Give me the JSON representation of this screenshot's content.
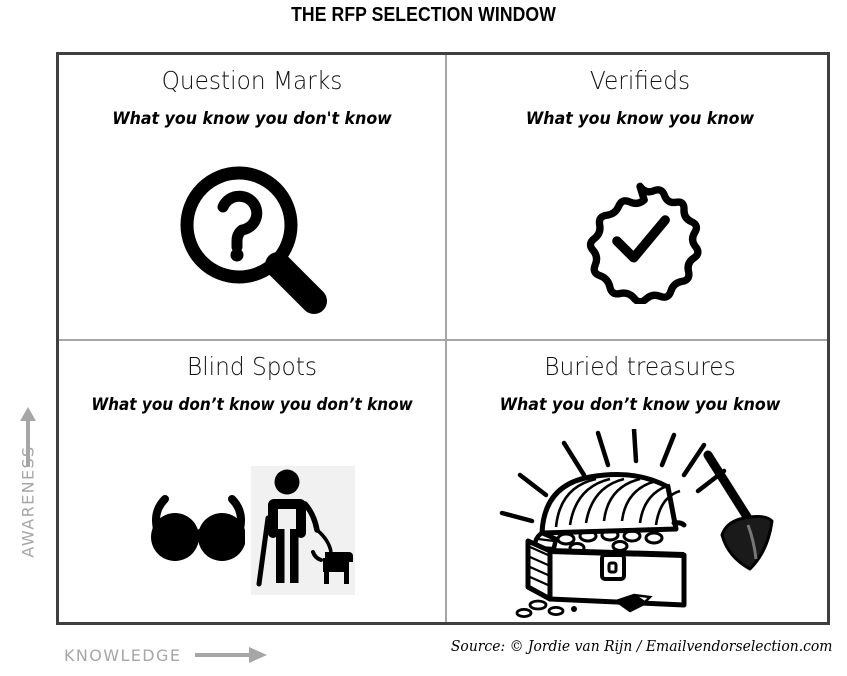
{
  "title": "THE RFP SELECTION WINDOW",
  "quadrants": [
    {
      "id": "question-marks",
      "heading": "Question Marks",
      "subtitle": "What you know you don't know",
      "icon": "magnifier-question-icon"
    },
    {
      "id": "verifieds",
      "heading": "Verifieds",
      "subtitle": "What you know you know",
      "icon": "verified-badge-check-icon"
    },
    {
      "id": "blind-spots",
      "heading": "Blind Spots",
      "subtitle": "What you don’t know you don’t know",
      "icon": "sunglasses-icon",
      "icon2": "blind-person-guide-dog-icon"
    },
    {
      "id": "buried-treasures",
      "heading": "Buried treasures",
      "subtitle": "What you don’t know you know",
      "icon": "treasure-chest-icon",
      "icon2": "shovel-icon"
    }
  ],
  "axes": {
    "y_label": "AWARENESS",
    "x_label": "KNOWLEDGE",
    "y_arrow": "arrow-up-icon",
    "x_arrow": "arrow-right-icon"
  },
  "source": "Source: © Jordie van Rijn / Emailvendorselection.com",
  "colors": {
    "outer_border": "#3f3f3f",
    "inner_divider": "#a6a6a6",
    "axis_label": "#a6a6a6",
    "ink": "#000000",
    "background": "#ffffff",
    "pictogram_box": "#f1f1f1"
  },
  "chart_data": {
    "type": "table",
    "title": "THE RFP SELECTION WINDOW",
    "xlabel": "KNOWLEDGE",
    "ylabel": "AWARENESS",
    "layout": "2x2 matrix",
    "categories": [
      "Question Marks",
      "Verifieds",
      "Blind Spots",
      "Buried treasures"
    ],
    "cells": [
      {
        "row": 0,
        "col": 0,
        "label": "Question Marks",
        "value": "What you know you don't know"
      },
      {
        "row": 0,
        "col": 1,
        "label": "Verifieds",
        "value": "What you know you know"
      },
      {
        "row": 1,
        "col": 0,
        "label": "Blind Spots",
        "value": "What you don’t know you don’t know"
      },
      {
        "row": 1,
        "col": 1,
        "label": "Buried treasures",
        "value": "What you don’t know you know"
      }
    ],
    "annotations": [
      "Source: © Jordie van Rijn / Emailvendorselection.com"
    ],
    "grid": true,
    "legend": "none"
  }
}
